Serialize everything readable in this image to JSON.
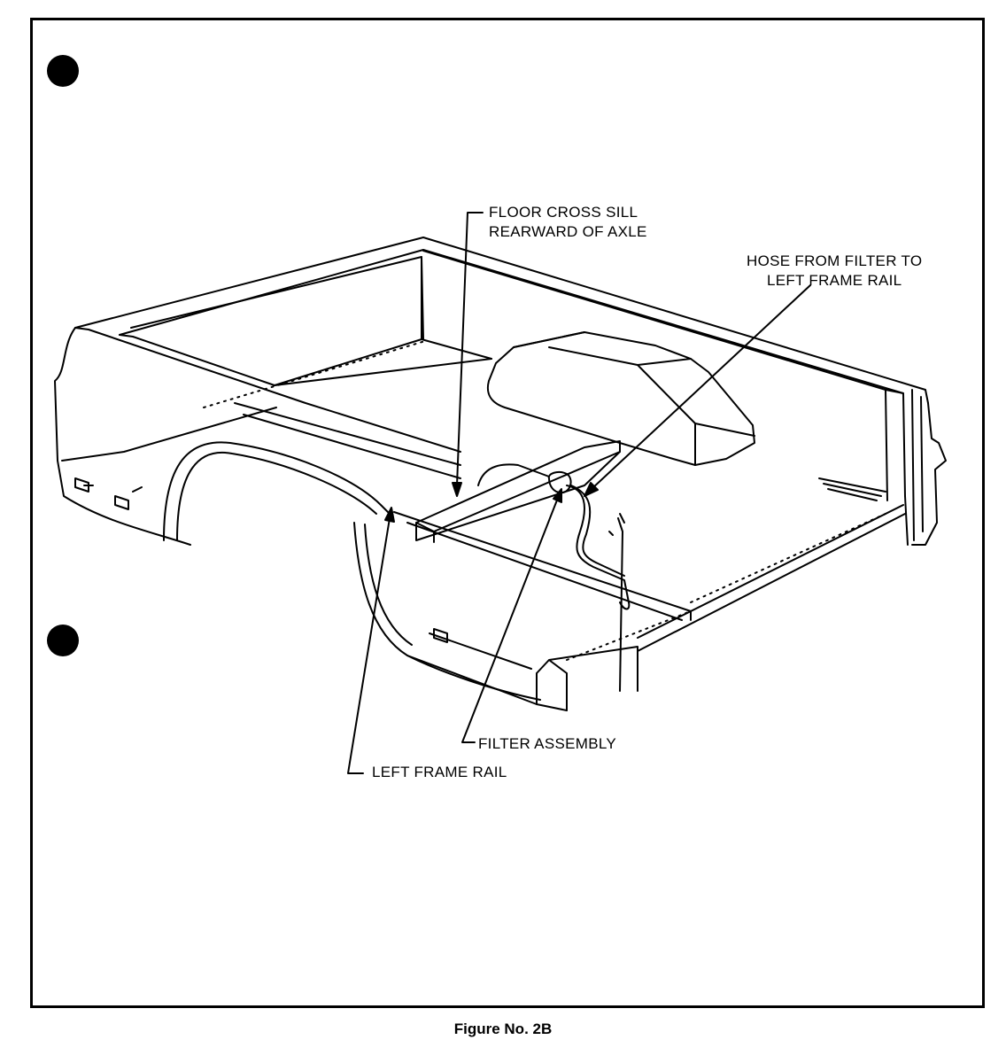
{
  "labels": {
    "floor_cross_sill": [
      "FLOOR CROSS SILL",
      "REARWARD OF AXLE"
    ],
    "hose": [
      "HOSE FROM FILTER TO",
      "LEFT FRAME RAIL"
    ],
    "filter_assembly": "FILTER ASSEMBLY",
    "left_frame_rail": "LEFT FRAME RAIL"
  },
  "caption": "Figure No. 2B"
}
